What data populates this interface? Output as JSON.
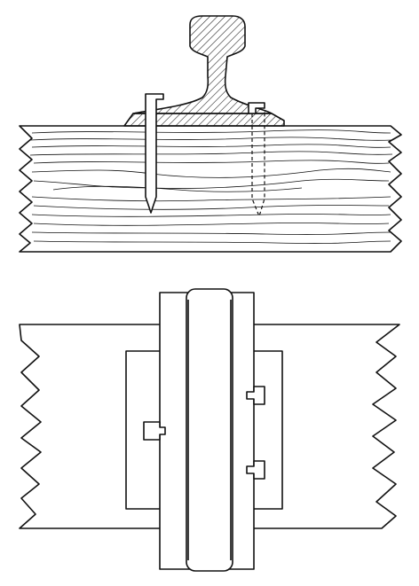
{
  "figure": {
    "views": [
      {
        "id": "section-view",
        "parts": [
          "rail",
          "tie-plate",
          "rail-spike-left",
          "rail-spike-right-hidden",
          "wooden-tie"
        ]
      },
      {
        "id": "plan-view",
        "parts": [
          "rail-head",
          "tie-plate",
          "spike-head-left",
          "spike-head-right-upper",
          "spike-head-right-lower",
          "wooden-tie"
        ]
      }
    ],
    "colors": {
      "ink": "#111111",
      "paper": "#ffffff"
    },
    "hatching": "diagonal"
  }
}
